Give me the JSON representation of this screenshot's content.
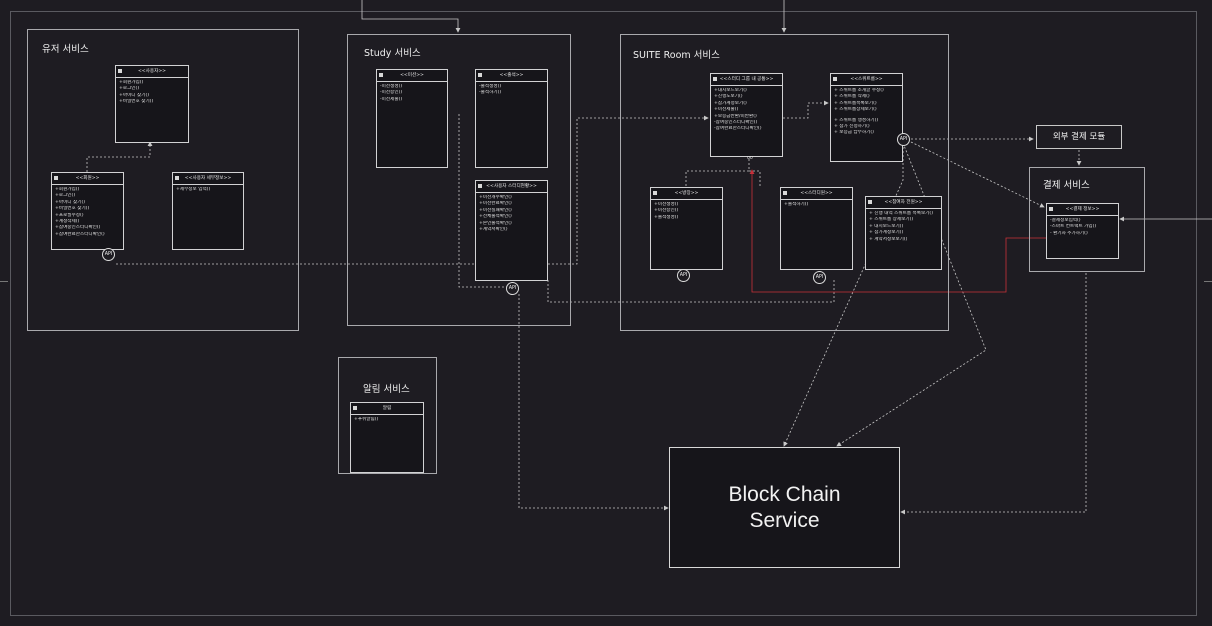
{
  "groups": {
    "user": {
      "title": "유저 서비스"
    },
    "study": {
      "title": "Study 서비스"
    },
    "suite": {
      "title": "SUITE Room 서비스"
    },
    "alarm": {
      "title": "알림 서비스"
    },
    "payment": {
      "title": "결제 서비스"
    }
  },
  "external_payment": {
    "label": "외부 결제 모듈"
  },
  "blockchain": {
    "title": "Block Chain\nService"
  },
  "api_label": "API",
  "classes": {
    "user_actor": {
      "title": "<<사용자>>",
      "items": [
        "+회원가입()",
        "+로그인()",
        "+아이디 찾기()",
        "+비밀번호 찾기()"
      ]
    },
    "member": {
      "title": "<<회원>>",
      "items": [
        "+회원가입()",
        "+로그인()",
        "+아이디 찾기()",
        "+비밀번호 찾기()",
        "+프로필수정()",
        "+계정삭제()",
        "+참여중인스터디확인()",
        "+참여완료한스터디확인()"
      ]
    },
    "user_detail": {
      "title": "<<사용자 세부정보>>",
      "items": [
        "+세부정보 입력()"
      ]
    },
    "mission": {
      "title": "<<미션>>",
      "items": [
        "-미션생성()",
        "-미션승인()",
        "-미션제출()"
      ]
    },
    "attendance": {
      "title": "<<출석>>",
      "items": [
        "-출석생성()",
        "-출석하기()"
      ]
    },
    "member_study": {
      "title": "<<사용자 스터디현황>>",
      "items": [
        "+미션개수확인()",
        "+미션완료확인()",
        "+미션실패확인()",
        "+전체출석확인()",
        "+본인출석확인()",
        "+계약서확인()"
      ]
    },
    "group_common": {
      "title": "<<스터디 그룹 내 공통>>",
      "items": [
        "+대시보드보기()",
        "+진행도보기()",
        "+참가계정보기()",
        "+미션제출()",
        "+보증금반환/미반환()",
        "-참여중인스터디확인()",
        "-참여완료한스터디확인()"
      ]
    },
    "suite_room": {
      "title": "<<스위트룸>>",
      "items": [
        "+ 스위트룸 소개글 수정()",
        "+ 스위트룸 삭제()",
        "+ 스위트룸목록보기()",
        "+ 스위트룸상세보기()",
        "",
        "+ 스위트룸 생성하기()",
        "+ 참가 신청하기()",
        "+ 보증금 납부하기()"
      ]
    },
    "host": {
      "title": "<<방장>>",
      "items": [
        "+미션생성()",
        "+미션승인()",
        "+출석생성()"
      ]
    },
    "study_member": {
      "title": "<<스터디원>>",
      "items": [
        "+출석하기()"
      ]
    },
    "pre_join": {
      "title": "<<참여자 전원>>",
      "items": [
        "+ 진행 내역 스위트룸 목록보기()",
        "+ 스위트룸 상세보기()",
        "+ 대시보드보기()",
        "+ 참가계정보기()",
        "+ 계약서정보보기()"
      ]
    },
    "alarm": {
      "title": "알림",
      "items": [
        "+푸쉬알림()"
      ]
    },
    "payment_info": {
      "title": "<<결제 정보>>",
      "items": [
        "-결제정보입력()",
        "-스마트 컨트랙트 가입()",
        "- 환기자 추가하기()"
      ]
    }
  },
  "multiplicity": "00",
  "colors": {
    "background": "#1e1c22",
    "line": "#c8c8c8",
    "highlight": "#c8303a"
  }
}
